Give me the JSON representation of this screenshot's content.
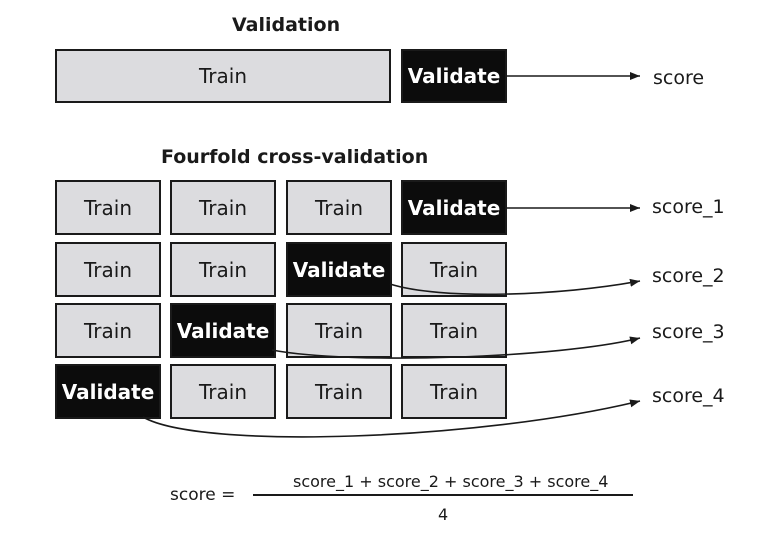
{
  "validation": {
    "title": "Validation",
    "train_label": "Train",
    "validate_label": "Validate",
    "score_label": "score"
  },
  "cross_validation": {
    "title": "Fourfold cross-validation",
    "rows": [
      {
        "cells": [
          "Train",
          "Train",
          "Train",
          "Validate"
        ],
        "validate_index": 3,
        "score": "score_1"
      },
      {
        "cells": [
          "Train",
          "Train",
          "Validate",
          "Train"
        ],
        "validate_index": 2,
        "score": "score_2"
      },
      {
        "cells": [
          "Train",
          "Validate",
          "Train",
          "Train"
        ],
        "validate_index": 1,
        "score": "score_3"
      },
      {
        "cells": [
          "Validate",
          "Train",
          "Train",
          "Train"
        ],
        "validate_index": 0,
        "score": "score_4"
      }
    ]
  },
  "formula": {
    "lhs": "score =",
    "numerator": "score_1 + score_2 + score_3 + score_4",
    "denominator": "4"
  }
}
